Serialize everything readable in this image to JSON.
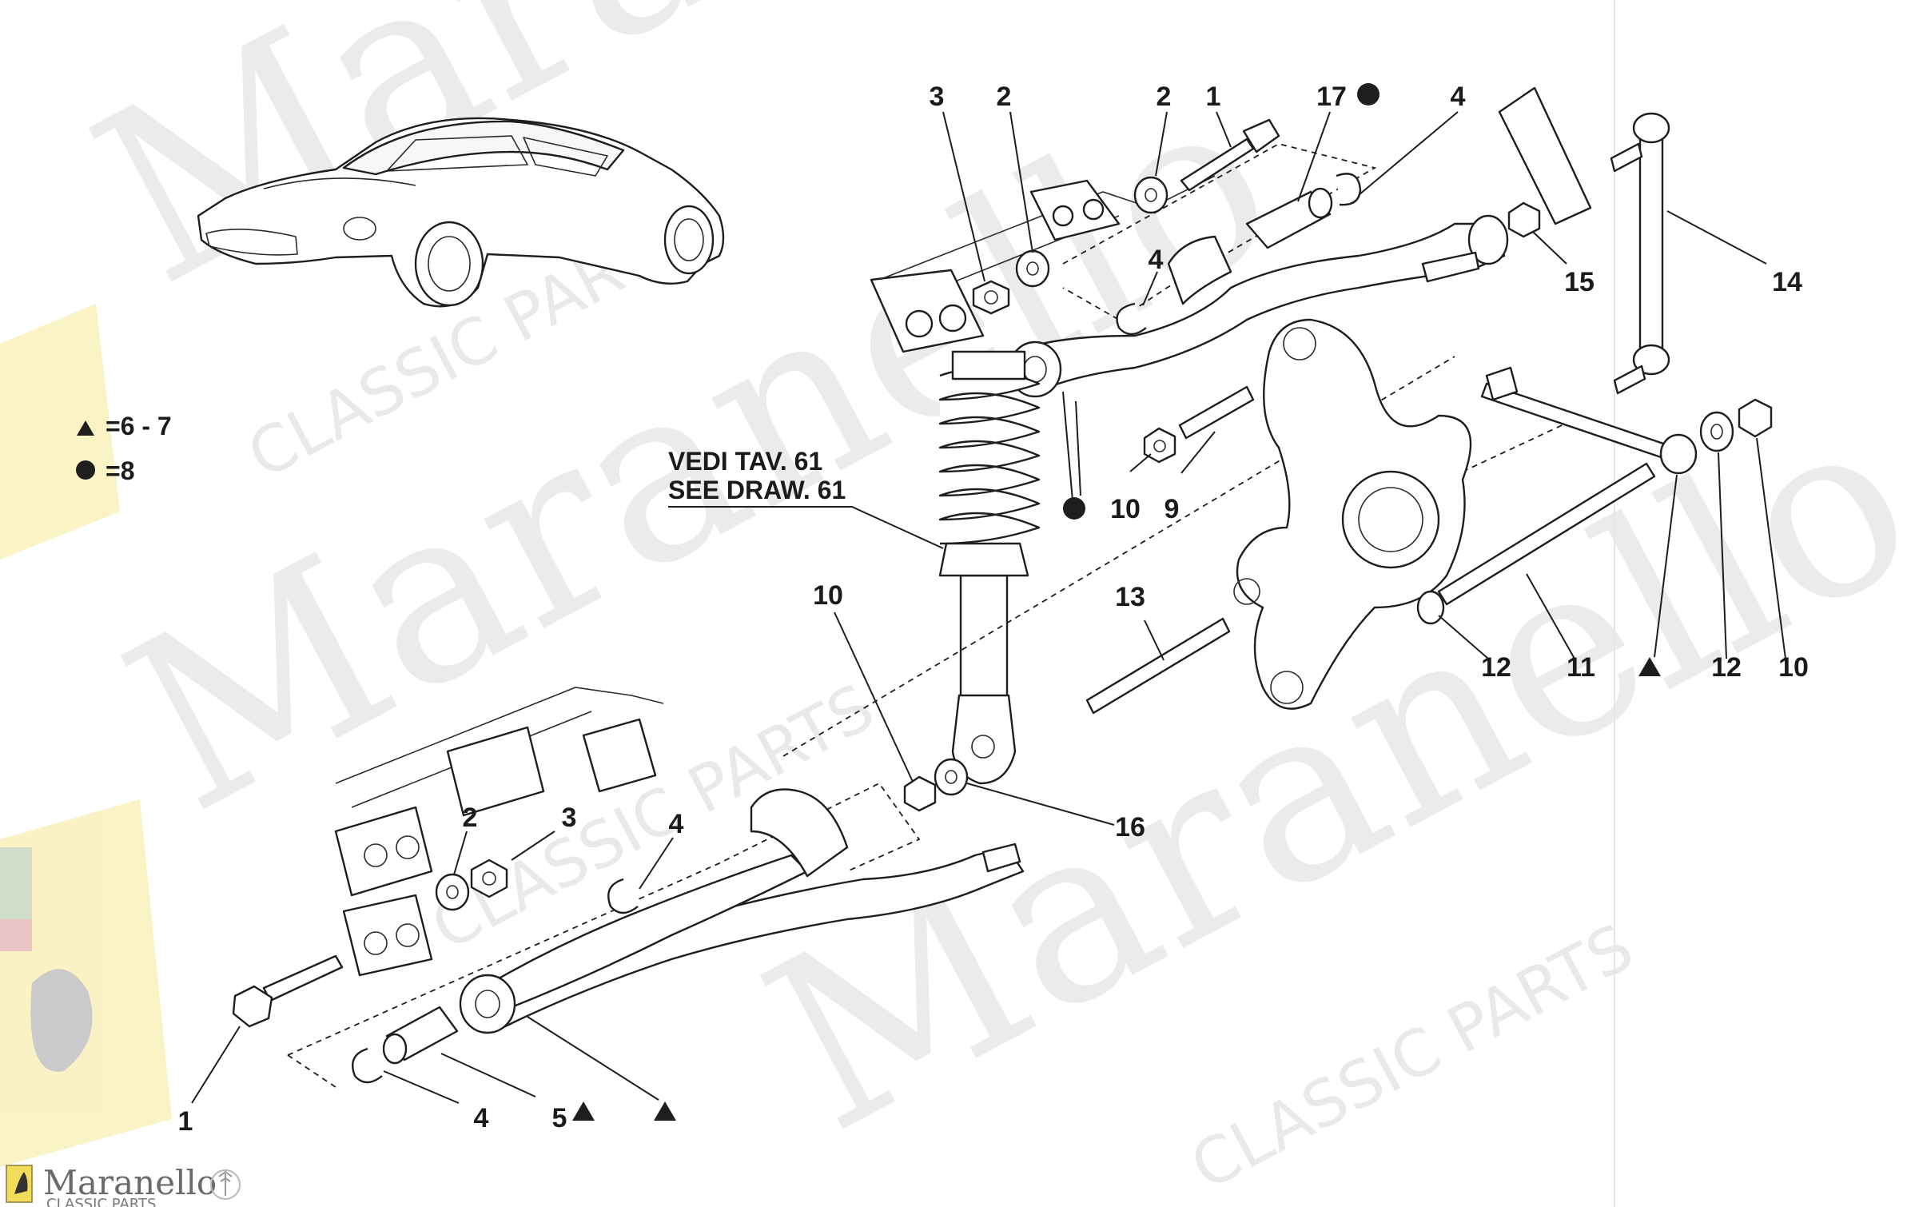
{
  "diagram": {
    "callouts": [
      "3",
      "2",
      "2",
      "1",
      "17",
      "4",
      "4",
      "15",
      "14",
      "10",
      "9",
      "13",
      "10",
      "16",
      "12",
      "11",
      "12",
      "10",
      "2",
      "3",
      "4",
      "1",
      "4",
      "5"
    ],
    "legend": {
      "triangle_text": "=6 - 7",
      "circle_text": "=8"
    },
    "reference": {
      "line1": "VEDI TAV. 61",
      "line2": "SEE DRAW. 61"
    },
    "symbols": {
      "triangle": "triangle-symbol",
      "circle": "filled-circle-symbol"
    }
  },
  "watermark": {
    "word": "Maranello",
    "sub": "CLASSIC PARTS"
  },
  "brand": {
    "name": "Maranello",
    "tagline": "CLASSIC PARTS",
    "logo_icon": "trident-icon"
  },
  "colors": {
    "line": "#1e1e1e",
    "badge_yellow": "#f2dc5a",
    "watermark": "#d4d4d4"
  }
}
